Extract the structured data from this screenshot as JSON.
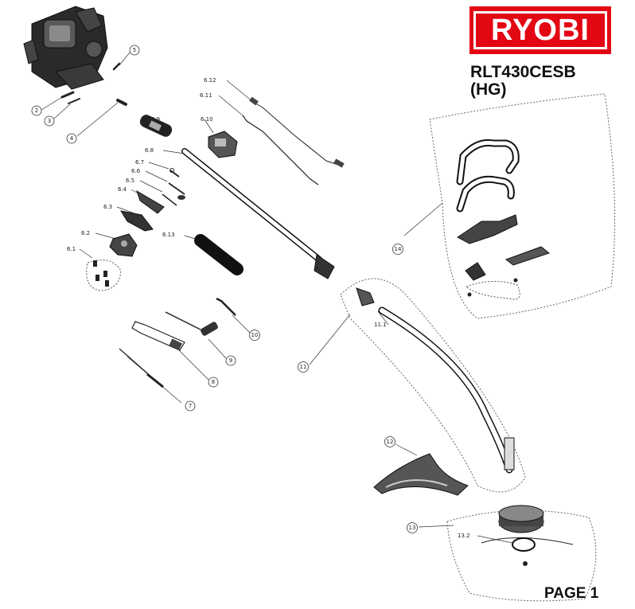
{
  "brand": {
    "logo_text": "RYOBI",
    "color": "#e30613"
  },
  "model": {
    "line1": "RLT430CESB",
    "line2": "(HG)"
  },
  "page": {
    "label": "PAGE 1"
  },
  "callouts": {
    "c2": "2",
    "c3": "3",
    "c4": "4",
    "c5": "5",
    "c7": "7",
    "c8": "8",
    "c9": "9",
    "c10": "10",
    "c11": "11",
    "c12": "12",
    "c13": "13",
    "c14": "14"
  },
  "part_labels": {
    "p6_1": "6.1",
    "p6_2": "6.2",
    "p6_3": "6.3",
    "p6_4": "6.4",
    "p6_5": "6.5",
    "p6_6": "6.6",
    "p6_7": "6.7",
    "p6_8": "6.8",
    "p6_9": "6.9",
    "p6_10": "6.10",
    "p6_11": "6.11",
    "p6_12": "6.12",
    "p6_13": "6.13",
    "p11_1": "11.1",
    "p13_2": "13.2"
  }
}
